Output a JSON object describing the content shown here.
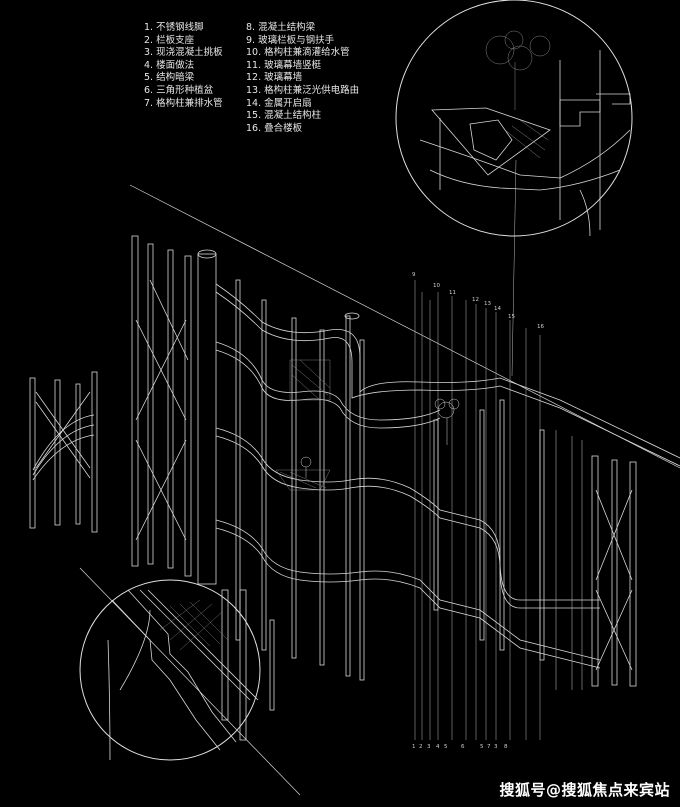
{
  "legend": {
    "col1": [
      "1. 不锈钢线脚",
      "2. 栏板支座",
      "3. 现浇混凝土挑板",
      "4. 楼面做法",
      "5. 结构暗梁",
      "6. 三角形种植盆",
      "7. 格构柱兼排水管"
    ],
    "col2": [
      "8. 混凝土结构梁",
      "9. 玻璃栏板与钢扶手",
      "10. 格构柱兼滴灌给水管",
      "11. 玻璃幕墙竖梃",
      "12. 玻璃幕墙",
      "13. 格构柱兼泛光供电路由",
      "14. 金属开启扇",
      "15. 混凝土结构柱",
      "16. 叠合楼板"
    ]
  },
  "callouts": {
    "top": [
      "9",
      "10",
      "11",
      "12",
      "13",
      "14",
      "15",
      "16"
    ],
    "bottom": [
      "1",
      "2",
      "3",
      "4",
      "5",
      "6",
      "5",
      "7",
      "3",
      "8"
    ]
  },
  "watermark": "搜狐号@搜狐焦点来宾站",
  "colors": {
    "background": "#000000",
    "line": "#e8e8e8",
    "text": "#e6e6e6"
  }
}
